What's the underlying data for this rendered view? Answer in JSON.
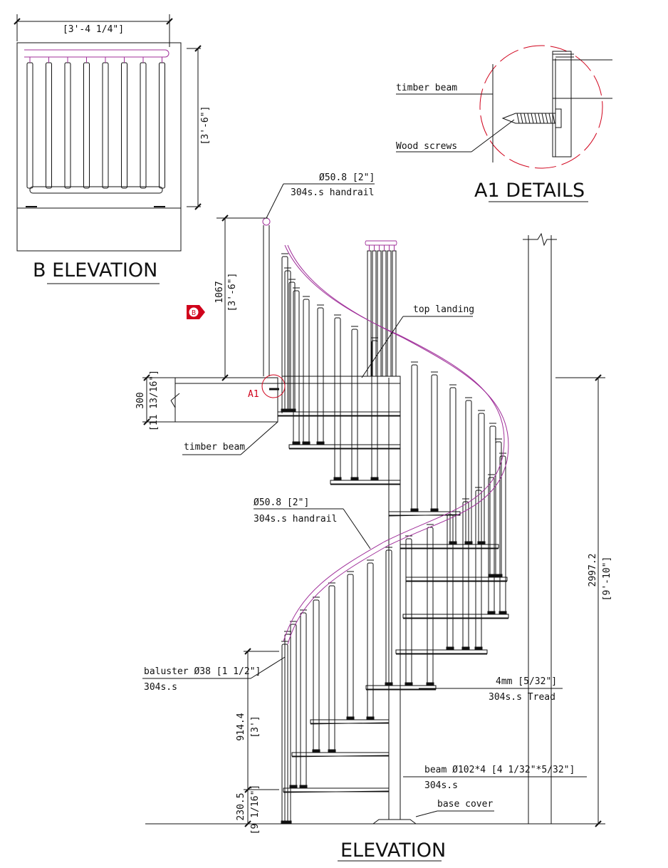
{
  "b_elevation": {
    "title": "B ELEVATION",
    "width_dim": "[3'-4 1/4\"]",
    "height_dim": "[3'-6\"]"
  },
  "a1_details": {
    "title": "A1 DETAILS",
    "timber_beam_label": "timber beam",
    "wood_screws_label": "Wood screws"
  },
  "elevation": {
    "title": "ELEVATION",
    "section_marker": "B",
    "detail_marker": "A1",
    "top_handrail_size": "Ø50.8 [2\"]",
    "top_handrail_material": "304s.s handrail",
    "rail_height_mm": "1067",
    "rail_height_in": "[3'-6\"]",
    "top_landing_label": "top landing",
    "beam_depth_mm": "300",
    "beam_depth_in": "[11 13/16\"]",
    "timber_beam_label": "timber beam",
    "mid_handrail_size": "Ø50.8 [2\"]",
    "mid_handrail_material": "304s.s handrail",
    "baluster_size": "baluster  Ø38 [1 1/2\"]",
    "baluster_material": "304s.s",
    "tread_size": "4mm [5/32\"]",
    "tread_material": "304s.s Tread",
    "baluster_height_mm": "914.4",
    "baluster_height_in": "[3']",
    "first_step_mm": "230.5",
    "first_step_in": "[9 1/16\"]",
    "total_height_mm": "2997.2",
    "total_height_in": "[9'-10\"]",
    "beam_size": "beam Ø102*4 [4 1/32\"*5/32\"]",
    "beam_material": "304s.s",
    "base_cover_label": "base cover"
  },
  "colors": {
    "line": "#111111",
    "handrail": "#a0309a",
    "detail_marker": "#d0021b"
  }
}
